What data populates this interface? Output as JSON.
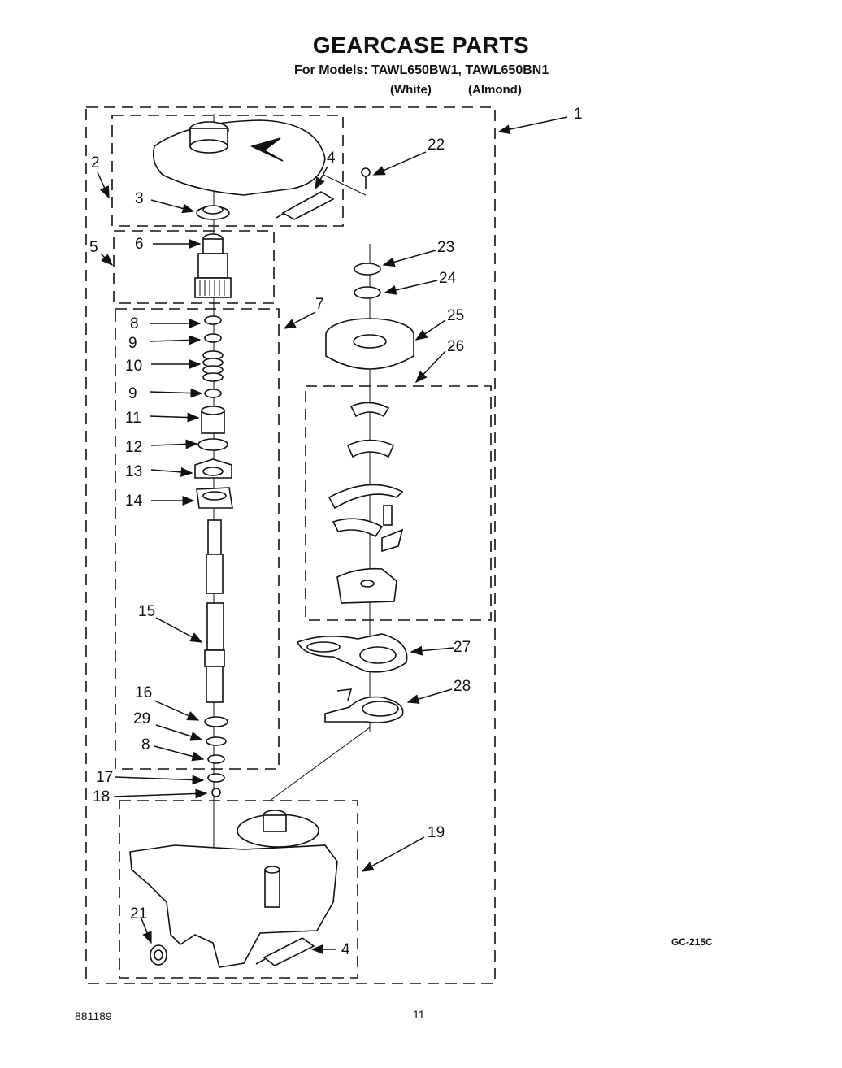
{
  "header": {
    "title": "GEARCASE PARTS",
    "models_line": "For Models: TAWL650BW1, TAWL650BN1",
    "variant_white": "(White)",
    "variant_almond": "(Almond)"
  },
  "footer": {
    "drawing_code": "GC-215C",
    "document_number": "881189",
    "page_number": "11"
  },
  "callouts": {
    "c1": "1",
    "c2": "2",
    "c3": "3",
    "c4a": "4",
    "c4b": "4",
    "c5": "5",
    "c6": "6",
    "c7": "7",
    "c8a": "8",
    "c8b": "8",
    "c9a": "9",
    "c9b": "9",
    "c10": "10",
    "c11": "11",
    "c12": "12",
    "c13": "13",
    "c14": "14",
    "c15": "15",
    "c16": "16",
    "c17": "17",
    "c18": "18",
    "c19": "19",
    "c21": "21",
    "c22": "22",
    "c23": "23",
    "c24": "24",
    "c25": "25",
    "c26": "26",
    "c27": "27",
    "c28": "28",
    "c29": "29"
  }
}
